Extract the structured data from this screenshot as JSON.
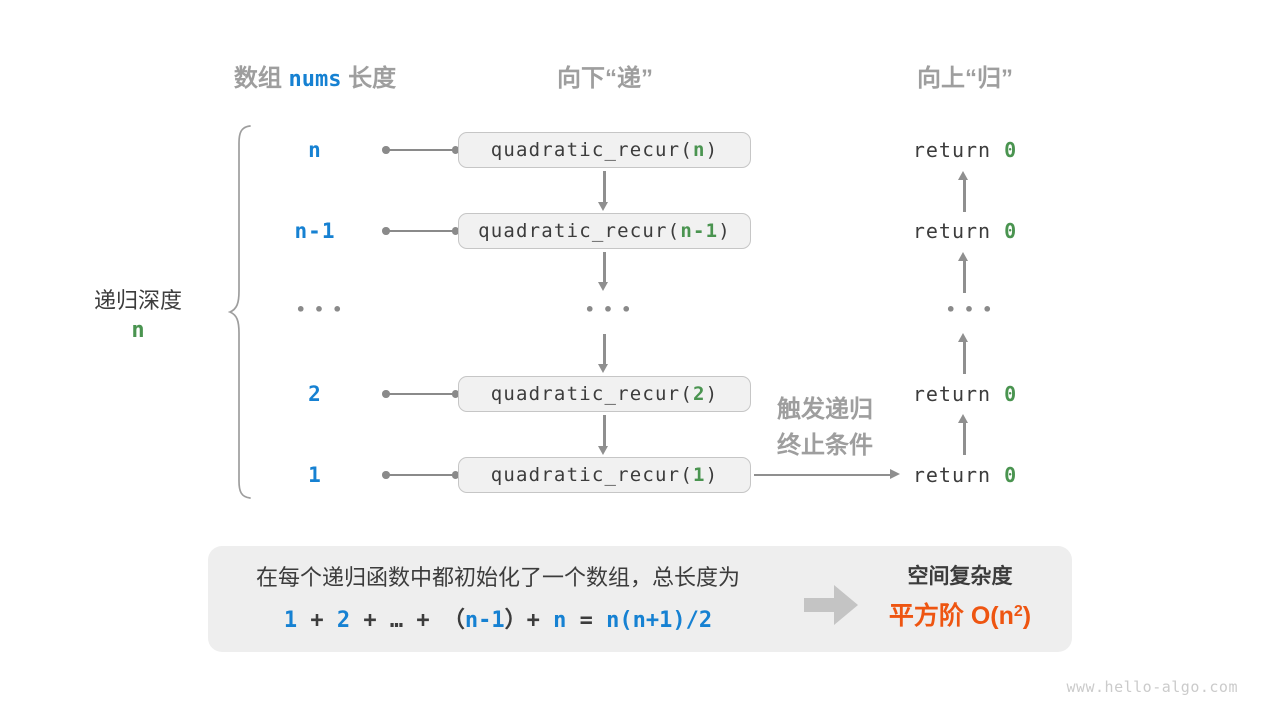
{
  "colors": {
    "blue": "#1681d2",
    "green": "#4a9450",
    "orange": "#ee5511",
    "gray_label": "#9e9e9e",
    "dark_text": "#3c3c3c",
    "box_fill": "#f1f1f1",
    "summary_fill": "#eeeeee",
    "arrow_gray": "#8f8f8f"
  },
  "headers": {
    "length_prefix": "数组",
    "length_code": "nums",
    "length_suffix": "长度",
    "down": "向下“递”",
    "up": "向上“归”"
  },
  "depth_label": {
    "text": "递归深度",
    "value": "n"
  },
  "calls": [
    {
      "depth": "n",
      "fn": "quadratic_recur(",
      "arg": "n",
      "close": ")",
      "ret": "return ",
      "ret_val": "0"
    },
    {
      "depth": "n-1",
      "fn": "quadratic_recur(",
      "arg": "n-1",
      "close": ")",
      "ret": "return ",
      "ret_val": "0"
    },
    {
      "depth": "2",
      "fn": "quadratic_recur(",
      "arg": "2",
      "close": ")",
      "ret": "return ",
      "ret_val": "0"
    },
    {
      "depth": "1",
      "fn": "quadratic_recur(",
      "arg": "1",
      "close": ")",
      "ret": "return ",
      "ret_val": "0"
    }
  ],
  "ellipsis": "•••",
  "trigger": {
    "line1": "触发递归",
    "line2": "终止条件"
  },
  "summary": {
    "line1": "在每个递归函数中都初始化了一个数组，总长度为",
    "formula": [
      {
        "text": "1",
        "style": "blue"
      },
      {
        "text": " + ",
        "style": "dark"
      },
      {
        "text": "2",
        "style": "blue"
      },
      {
        "text": " + … + ",
        "style": "dark"
      },
      {
        "text": "（",
        "style": "dark"
      },
      {
        "text": "n-1",
        "style": "blue"
      },
      {
        "text": "）",
        "style": "dark"
      },
      {
        "text": "+ ",
        "style": "dark"
      },
      {
        "text": "n",
        "style": "blue"
      },
      {
        "text": " = ",
        "style": "dark"
      },
      {
        "text": "n(n+1)/2",
        "style": "blue"
      }
    ],
    "result_title": "空间复杂度",
    "result_prefix": "平方阶 O(n",
    "result_sup": "2",
    "result_close": ")"
  },
  "footer": "www.hello-algo.com"
}
